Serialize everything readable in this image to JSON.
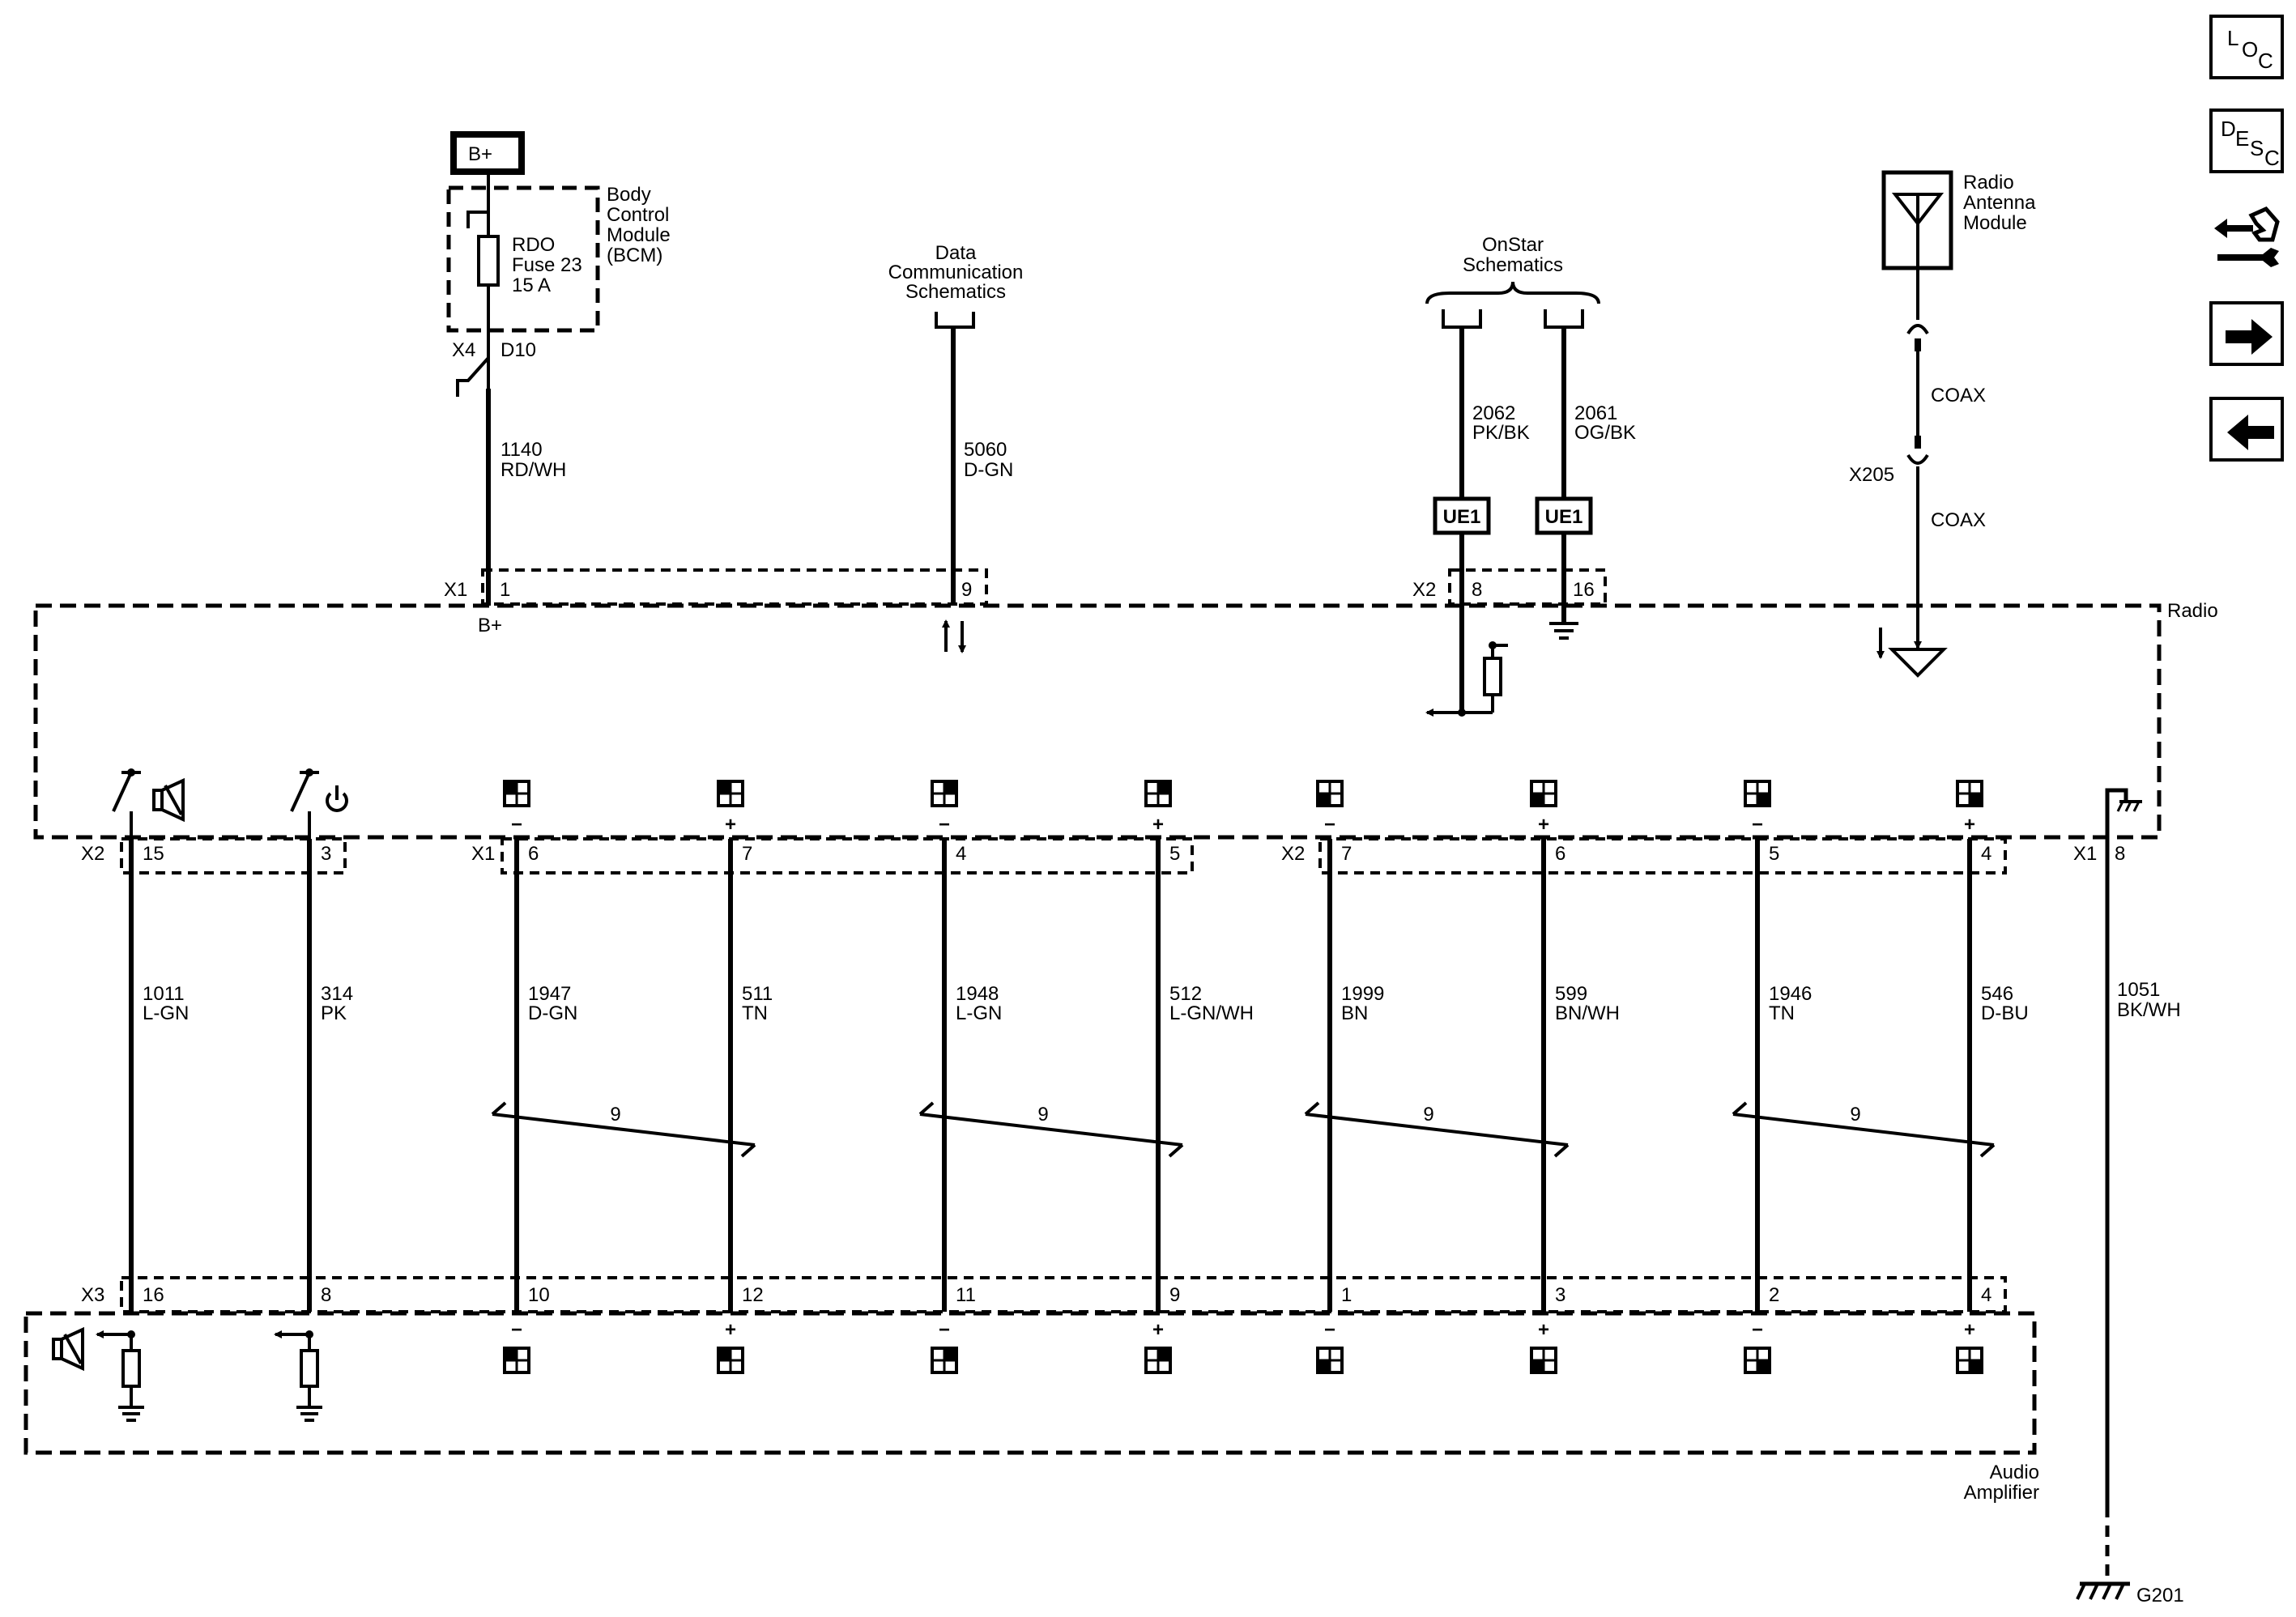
{
  "power": {
    "supply_label": "B+",
    "pin_function": "B+"
  },
  "bcm": {
    "label_lines": [
      "Body",
      "Control",
      "Module",
      "(BCM)"
    ],
    "fuse_lines": [
      "RDO",
      "Fuse 23",
      "15 A"
    ],
    "connector": "X4",
    "pin": "D10"
  },
  "feed_wire": {
    "circuit": "1140",
    "color": "RD/WH"
  },
  "data_comm": {
    "label_lines": [
      "Data",
      "Communication",
      "Schematics"
    ],
    "circuit": "5060",
    "color": "D-GN",
    "pin": "9"
  },
  "onstar": {
    "label_lines": [
      "OnStar",
      "Schematics"
    ],
    "wires": [
      {
        "circuit": "2062",
        "color": "PK/BK",
        "splice": "UE1",
        "pin": "8"
      },
      {
        "circuit": "2061",
        "color": "OG/BK",
        "splice": "UE1",
        "pin": "16"
      }
    ],
    "connector": "X2"
  },
  "antenna": {
    "label_lines": [
      "Radio",
      "Antenna",
      "Module"
    ],
    "coax_upper": "COAX",
    "coax_lower": "COAX",
    "connector": "X205"
  },
  "radio": {
    "label": "Radio",
    "x1_connector": "X1",
    "x1_pin_power": "1"
  },
  "radio_bottom": {
    "x2_left": "X2",
    "x1_mid": "X1",
    "x2_right": "X2",
    "x1_ground": "X1",
    "ground_pin": "8"
  },
  "wires": [
    {
      "circuit": "1011",
      "color": "L-GN",
      "radio_pin": "15",
      "amp_pin": "16"
    },
    {
      "circuit": "314",
      "color": "PK",
      "radio_pin": "3",
      "amp_pin": "8"
    },
    {
      "circuit": "1947",
      "color": "D-GN",
      "radio_pin": "6",
      "amp_pin": "10",
      "polarity": "−"
    },
    {
      "circuit": "511",
      "color": "TN",
      "radio_pin": "7",
      "amp_pin": "12",
      "polarity": "+"
    },
    {
      "circuit": "1948",
      "color": "L-GN",
      "radio_pin": "4",
      "amp_pin": "11",
      "polarity": "−"
    },
    {
      "circuit": "512",
      "color": "L-GN/WH",
      "radio_pin": "5",
      "amp_pin": "9",
      "polarity": "+"
    },
    {
      "circuit": "1999",
      "color": "BN",
      "radio_pin": "7",
      "amp_pin": "1",
      "polarity": "−"
    },
    {
      "circuit": "599",
      "color": "BN/WH",
      "radio_pin": "6",
      "amp_pin": "3",
      "polarity": "+"
    },
    {
      "circuit": "1946",
      "color": "TN",
      "radio_pin": "5",
      "amp_pin": "2",
      "polarity": "−"
    },
    {
      "circuit": "546",
      "color": "D-BU",
      "radio_pin": "4",
      "amp_pin": "4",
      "polarity": "+"
    }
  ],
  "twist_labels": [
    "9",
    "9",
    "9",
    "9"
  ],
  "ground_wire": {
    "circuit": "1051",
    "color": "BK/WH",
    "ground_id": "G201"
  },
  "amplifier": {
    "label_lines": [
      "Audio",
      "Amplifier"
    ],
    "connector": "X3"
  },
  "side_buttons": {
    "loc": [
      "L",
      "O",
      "C"
    ],
    "desc": [
      "D",
      "E",
      "S",
      "C"
    ]
  }
}
